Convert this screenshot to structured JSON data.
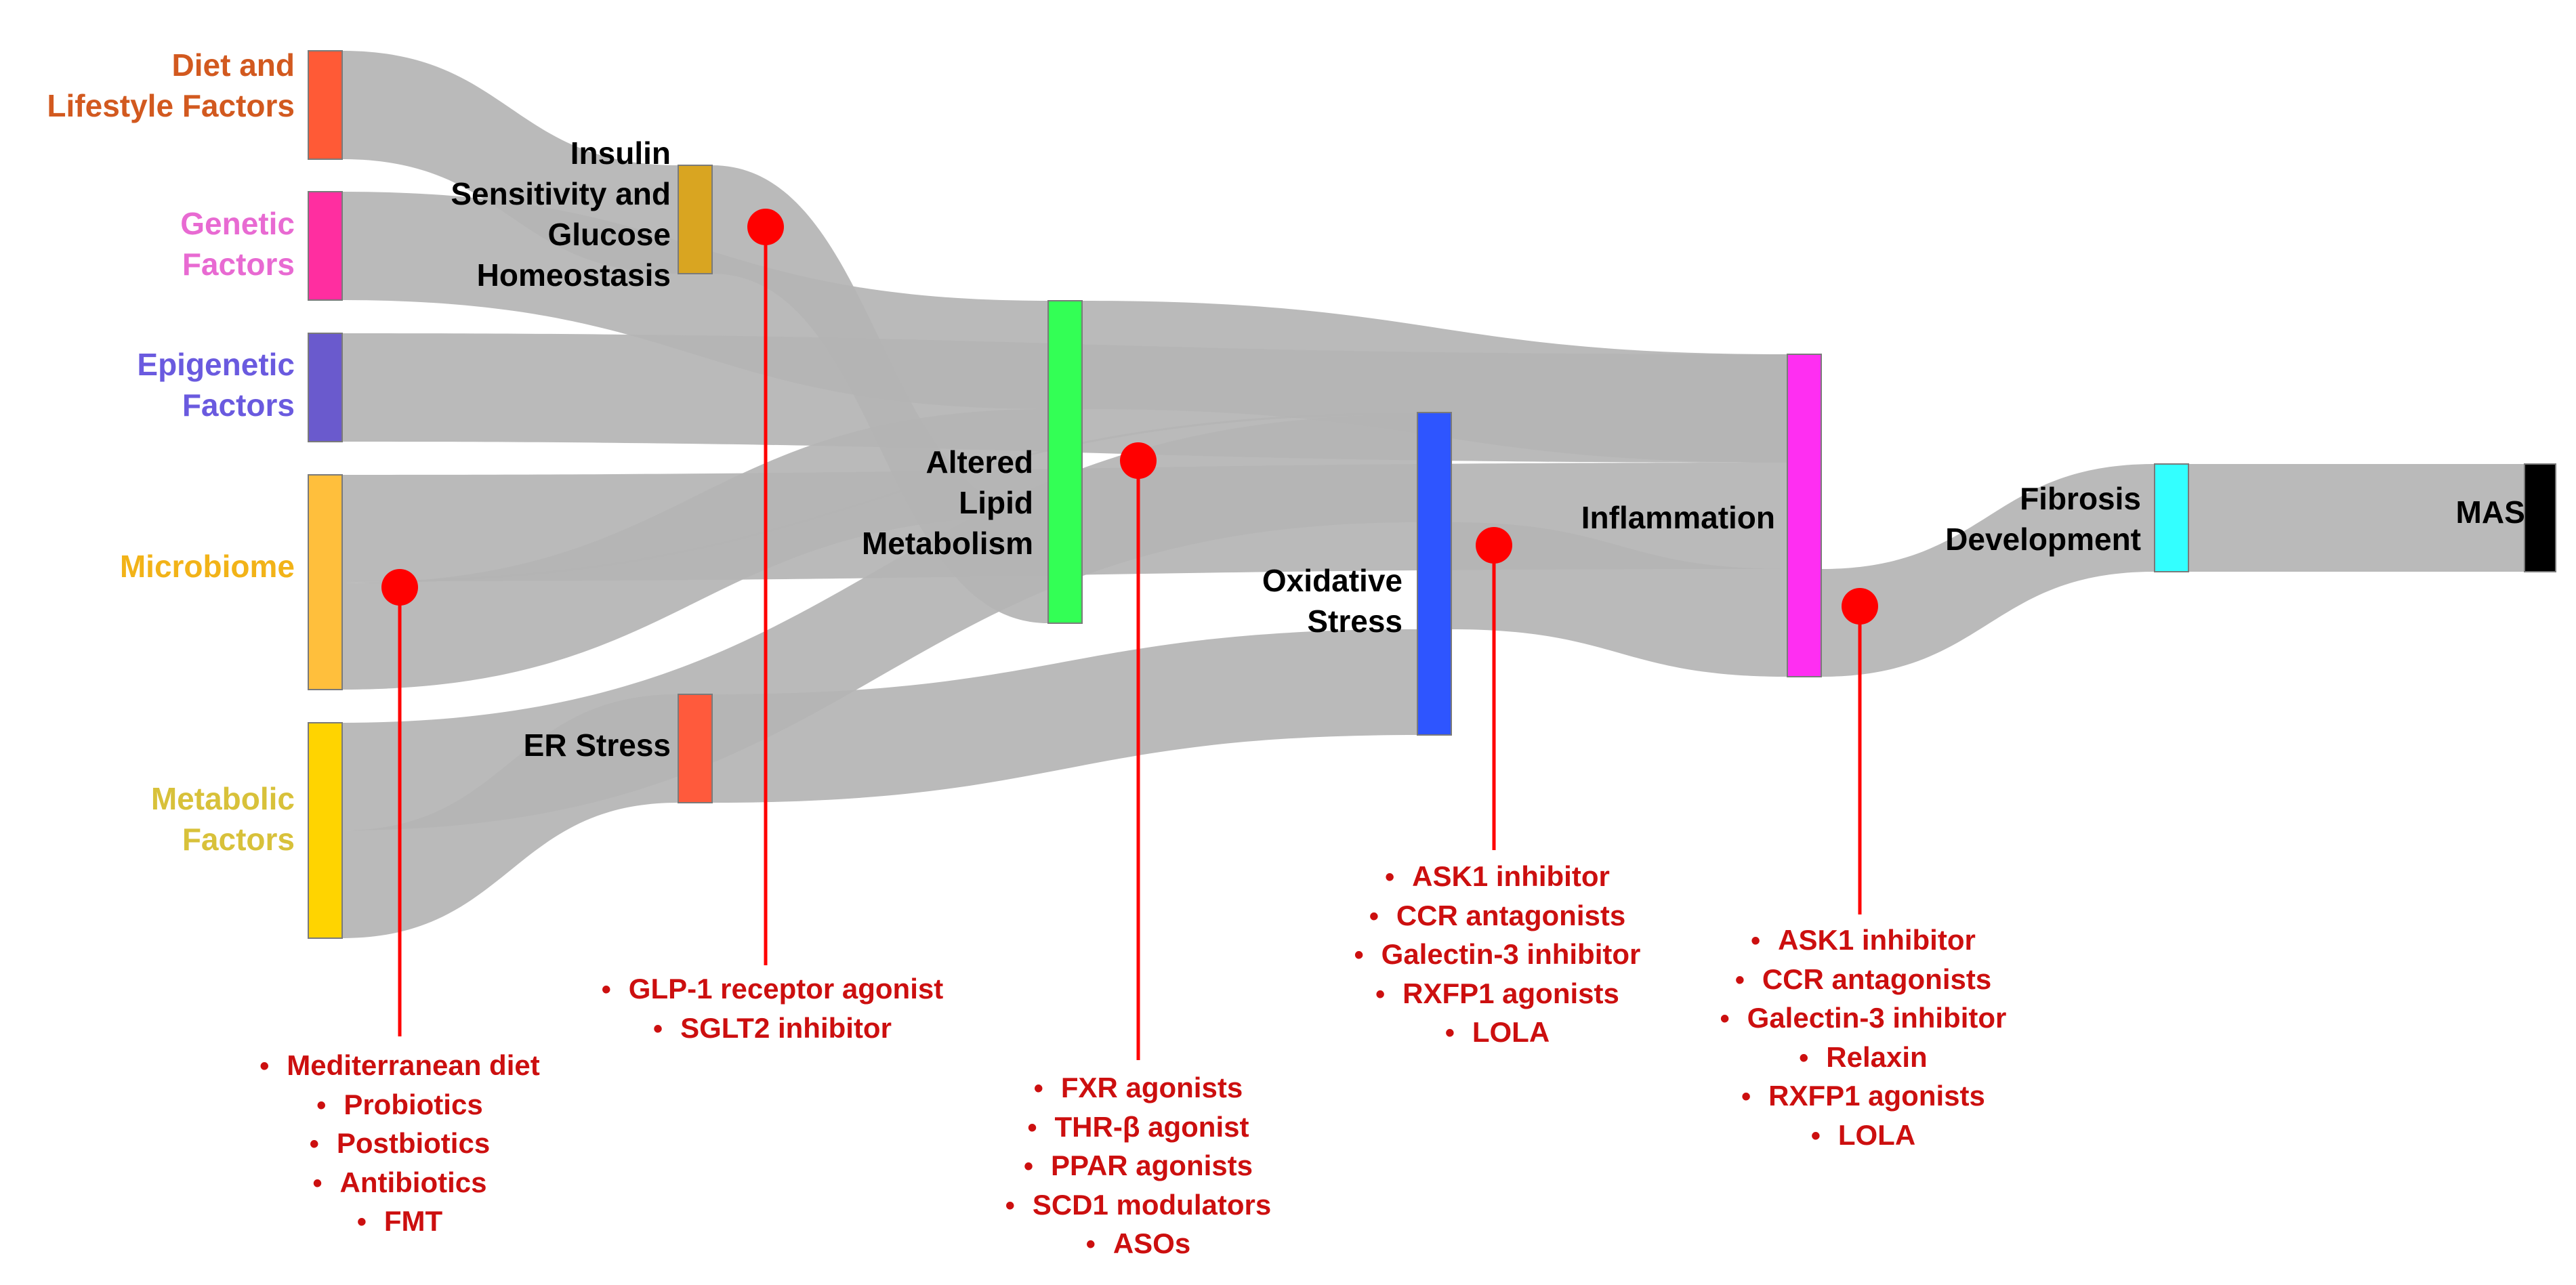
{
  "colors": {
    "flow": "#b4b4b4",
    "flow_opacity": 0.92,
    "node_stroke": "#7a7a7a",
    "marker": "#ff0000",
    "marker_line": "#ff0000",
    "therapy_text": "#cc0f0f"
  },
  "nodes": [
    {
      "id": "diet",
      "label": "Diet and Lifestyle Factors",
      "lines": [
        "Diet and",
        "Lifestyle Factors"
      ],
      "color": "#ff5a36",
      "label_color": "#d2591f"
    },
    {
      "id": "genetic",
      "label": "Genetic Factors",
      "lines": [
        "Genetic",
        "Factors"
      ],
      "color": "#ff2ea0",
      "label_color": "#e86ad2"
    },
    {
      "id": "epigenetic",
      "label": "Epigenetic Factors",
      "lines": [
        "Epigenetic",
        "Factors"
      ],
      "color": "#6a5acd",
      "label_color": "#6a5adf"
    },
    {
      "id": "microbiome",
      "label": "Microbiome",
      "lines": [
        "Microbiome"
      ],
      "color": "#ffbf3c",
      "label_color": "#f2b318"
    },
    {
      "id": "metabolic",
      "label": "Metabolic Factors",
      "lines": [
        "Metabolic",
        "Factors"
      ],
      "color": "#ffd400",
      "label_color": "#d8c13a"
    },
    {
      "id": "insulin",
      "label": "Insulin Sensitivity and Glucose Homeostasis",
      "lines": [
        "Insulin",
        "Sensitivity and",
        "Glucose",
        "Homeostasis"
      ],
      "color": "#d9a521",
      "label_color": "#000000"
    },
    {
      "id": "er",
      "label": "ER Stress",
      "lines": [
        "ER Stress"
      ],
      "color": "#ff5a3c",
      "label_color": "#000000"
    },
    {
      "id": "lipid",
      "label": "Altered Lipid Metabolism",
      "lines": [
        "Altered",
        "Lipid",
        "Metabolism"
      ],
      "color": "#33ff55",
      "label_color": "#000000"
    },
    {
      "id": "oxidative",
      "label": "Oxidative Stress",
      "lines": [
        "Oxidative",
        "Stress"
      ],
      "color": "#2e55ff",
      "label_color": "#000000"
    },
    {
      "id": "inflammation",
      "label": "Inflammation",
      "lines": [
        "Inflammation"
      ],
      "color": "#ff2ef2",
      "label_color": "#000000"
    },
    {
      "id": "fibrosis",
      "label": "Fibrosis Development",
      "lines": [
        "Fibrosis",
        "Development"
      ],
      "color": "#33ffff",
      "label_color": "#000000"
    },
    {
      "id": "mash",
      "label": "MASH",
      "lines": [
        "MASH"
      ],
      "color": "#000000",
      "label_color": "#000000"
    }
  ],
  "links": [
    {
      "source": "Diet and Lifestyle Factors",
      "target": "Insulin Sensitivity and Glucose Homeostasis"
    },
    {
      "source": "Genetic Factors",
      "target": "Altered Lipid Metabolism"
    },
    {
      "source": "Epigenetic Factors",
      "target": "Inflammation"
    },
    {
      "source": "Microbiome",
      "target": "Inflammation"
    },
    {
      "source": "Microbiome",
      "target": "Oxidative Stress"
    },
    {
      "source": "Microbiome",
      "target": "Altered Lipid Metabolism"
    },
    {
      "source": "Metabolic Factors",
      "target": "Oxidative Stress"
    },
    {
      "source": "Metabolic Factors",
      "target": "ER Stress"
    },
    {
      "source": "Insulin Sensitivity and Glucose Homeostasis",
      "target": "Altered Lipid Metabolism"
    },
    {
      "source": "ER Stress",
      "target": "Oxidative Stress"
    },
    {
      "source": "Altered Lipid Metabolism",
      "target": "Inflammation"
    },
    {
      "source": "Oxidative Stress",
      "target": "Inflammation"
    },
    {
      "source": "Inflammation",
      "target": "Fibrosis Development"
    },
    {
      "source": "Fibrosis Development",
      "target": "MASH"
    }
  ],
  "interventions": [
    {
      "id": "microbiome",
      "target": "Microbiome",
      "items": [
        "Mediterranean diet",
        "Probiotics",
        "Postbiotics",
        "Antibiotics",
        "FMT"
      ]
    },
    {
      "id": "insulin",
      "target": "Insulin Sensitivity and Glucose Homeostasis",
      "items": [
        "GLP-1 receptor agonist",
        "SGLT2 inhibitor"
      ]
    },
    {
      "id": "lipid",
      "target": "Altered Lipid Metabolism",
      "items": [
        "FXR agonists",
        "THR-β agonist",
        "PPAR agonists",
        "SCD1 modulators",
        "ASOs"
      ]
    },
    {
      "id": "oxidative",
      "target": "Oxidative Stress",
      "items": [
        "ASK1 inhibitor",
        "CCR antagonists",
        "Galectin-3 inhibitor",
        "RXFP1 agonists",
        "LOLA"
      ]
    },
    {
      "id": "inflammation",
      "target": "Inflammation",
      "items": [
        "ASK1 inhibitor",
        "CCR antagonists",
        "Galectin-3 inhibitor",
        "Relaxin",
        "RXFP1 agonists",
        "LOLA"
      ]
    }
  ],
  "bullet": "•"
}
